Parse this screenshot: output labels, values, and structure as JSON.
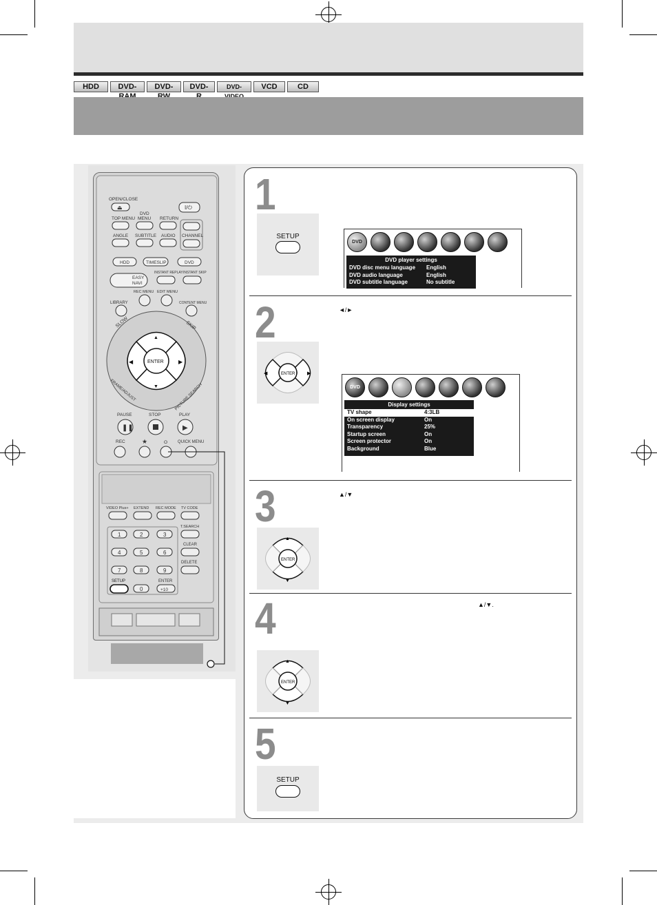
{
  "format_badges": [
    "HDD",
    "DVD-RAM",
    "DVD-RW",
    "DVD-R",
    "DVD-VIDEO",
    "VCD",
    "CD"
  ],
  "remote": {
    "labels": {
      "open_close": "OPEN/CLOSE",
      "dvd_group": "DVD",
      "top_menu": "TOP MENU",
      "menu": "MENU",
      "return": "RETURN",
      "angle": "ANGLE",
      "subtitle": "SUBTITLE",
      "audio": "AUDIO",
      "channel": "CHANNEL",
      "hdd": "HDD",
      "timeslip": "TIMESLIP",
      "dvd": "DVD",
      "easy_navi_1": "EASY",
      "easy_navi_2": "NAVI",
      "instant_replay": "INSTANT REPLAY",
      "instant_skip": "INSTANT SKIP",
      "rec_menu": "REC MENU",
      "edit_menu": "EDIT MENU",
      "library": "LIBRARY",
      "content_menu": "CONTENT MENU",
      "slow": "SLOW",
      "skip": "SKIP",
      "enter": "ENTER",
      "frame_adjust": "FRAME/ADJUST",
      "picture_search": "PICTURE SEARCH",
      "pause": "PAUSE",
      "stop": "STOP",
      "play": "PLAY",
      "rec": "REC",
      "star": "★",
      "circle": "O",
      "quick_menu": "QUICK MENU",
      "video_plus": "VIDEO Plus+",
      "extend": "EXTEND",
      "rec_mode": "REC MODE",
      "tv_code": "TV CODE",
      "tsearch": "T.SEARCH",
      "clear": "CLEAR",
      "delete": "DELETE",
      "setup": "SETUP",
      "enter_small": "ENTER",
      "plus10": "+10"
    },
    "numpad": [
      "1",
      "2",
      "3",
      "4",
      "5",
      "6",
      "7",
      "8",
      "9",
      "0"
    ]
  },
  "steps": [
    {
      "number": "1",
      "button_label": "SETUP"
    },
    {
      "number": "2",
      "glyph": "◄/►",
      "button_label": "ENTER"
    },
    {
      "number": "3",
      "glyph": "▲/▼",
      "button_label": "ENTER"
    },
    {
      "number": "4",
      "glyph": "▲/▼.",
      "button_label": "ENTER"
    },
    {
      "number": "5",
      "button_label": "SETUP"
    }
  ],
  "osd1": {
    "icons": [
      "DVD",
      "",
      "",
      "",
      "",
      "",
      ""
    ],
    "title": "DVD player settings",
    "rows": [
      {
        "key": "DVD disc menu language",
        "value": "English"
      },
      {
        "key": "DVD audio language",
        "value": "English"
      },
      {
        "key": "DVD subtitle language",
        "value": "No subtitle"
      }
    ]
  },
  "osd2": {
    "icons": [
      "DVD",
      "",
      "",
      "",
      "",
      "",
      ""
    ],
    "title": "Display settings",
    "rows": [
      {
        "key": "TV shape",
        "value": "4:3LB"
      },
      {
        "key": "On screen display",
        "value": "On"
      },
      {
        "key": "Transparency",
        "value": "25%"
      },
      {
        "key": "Startup screen",
        "value": "On"
      },
      {
        "key": "Screen protector",
        "value": "On"
      },
      {
        "key": "Background",
        "value": "Blue"
      }
    ]
  }
}
